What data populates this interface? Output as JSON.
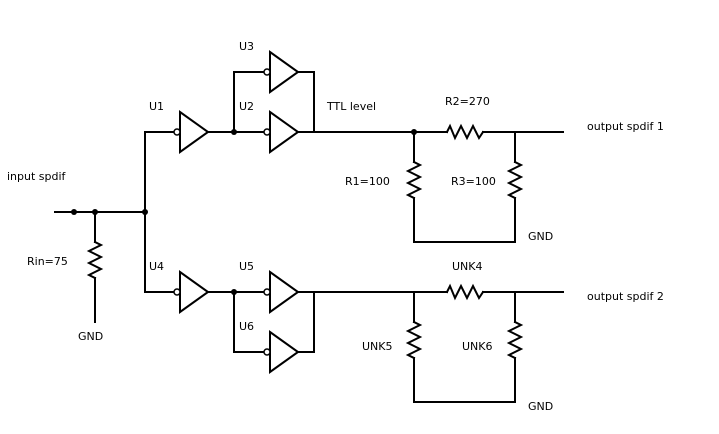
{
  "labels": {
    "input": "input spdif",
    "rin": "Rin=75",
    "gnd_input": "GND",
    "u1": "U1",
    "u2": "U2",
    "u3": "U3",
    "u4": "U4",
    "u5": "U5",
    "u6": "U6",
    "ttl": "TTL level",
    "r1": "R1=100",
    "r2": "R2=270",
    "r3": "R3=100",
    "gnd_top": "GND",
    "output1": "output spdif 1",
    "unk4": "UNK4",
    "unk5": "UNK5",
    "unk6": "UNK6",
    "gnd_bottom": "GND",
    "output2": "output spdif 2"
  }
}
